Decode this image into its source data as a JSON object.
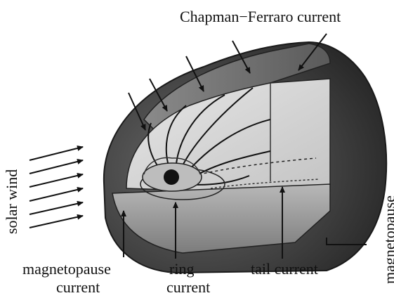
{
  "labels": {
    "chapman_ferraro": "Chapman−Ferraro current",
    "solar_wind": "solar wind",
    "magnetopause": "magnetopause",
    "magnetopause_current_1": "magnetopause",
    "magnetopause_current_2": "current",
    "ring_current_1": "ring",
    "ring_current_2": "current",
    "tail_current": "tail current"
  },
  "colors": {
    "outer_shell": "#3a3a3a",
    "inner_cavity": "#d8d8d8",
    "floor": "#9a9a9a",
    "lines": "#111111"
  }
}
